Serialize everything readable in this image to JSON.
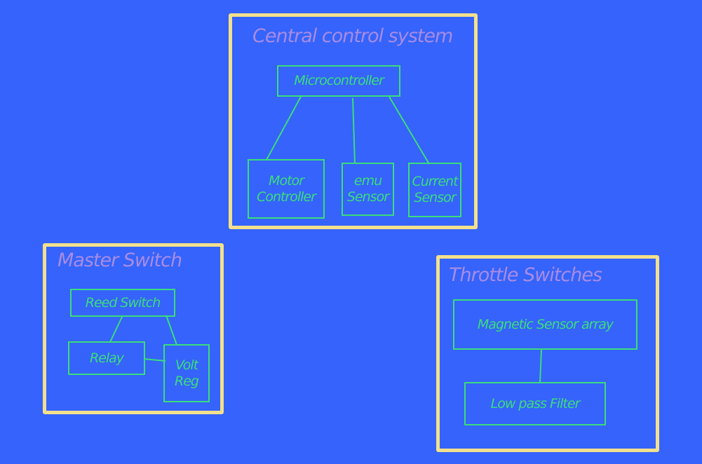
{
  "colors": {
    "background": "#3563fb",
    "frame": "#f3e08c",
    "title": "#a78be6",
    "node": "#3bdd7c"
  },
  "groups": {
    "central": {
      "title": "Central control system",
      "nodes": {
        "micro": "Microcontroller",
        "motor": "Motor Controller",
        "emu": "emu Sensor",
        "current": "Current Sensor"
      }
    },
    "master": {
      "title": "Master Switch",
      "nodes": {
        "reed": "Reed Switch",
        "relay": "Relay",
        "volt": "Volt Reg"
      }
    },
    "throttle": {
      "title": "Throttle Switches",
      "nodes": {
        "mag": "Magnetic Sensor array",
        "lpf": "Low pass Filter"
      }
    }
  }
}
